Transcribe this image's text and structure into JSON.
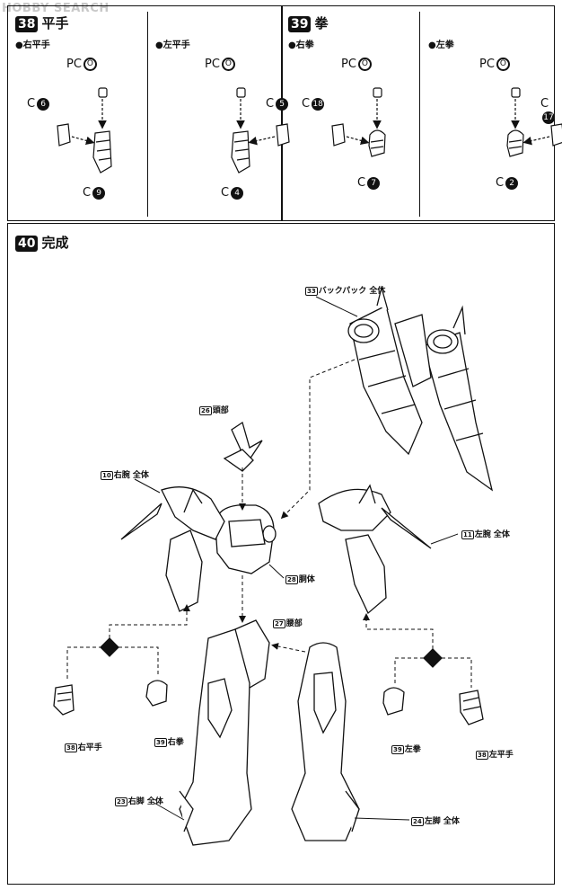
{
  "watermark": "HOBBY SEARCH",
  "steps": {
    "s38": {
      "num": "38",
      "title": "平手",
      "left": {
        "sub": "●右平手",
        "pc": "PC",
        "pc_part": "O",
        "c_top": "C",
        "c_top_num": "6",
        "c_bot": "C",
        "c_bot_num": "9"
      },
      "right": {
        "sub": "●左平手",
        "pc": "PC",
        "pc_part": "O",
        "c_top": "C",
        "c_top_num": "5",
        "c_bot": "C",
        "c_bot_num": "4"
      }
    },
    "s39": {
      "num": "39",
      "title": "拳",
      "left": {
        "sub": "●右拳",
        "pc": "PC",
        "pc_part": "O",
        "c_top": "C",
        "c_top_num": "18",
        "c_bot": "C",
        "c_bot_num": "7"
      },
      "right": {
        "sub": "●左拳",
        "pc": "PC",
        "pc_part": "O",
        "c_top": "C",
        "c_top_num": "17",
        "c_bot": "C",
        "c_bot_num": "2"
      }
    },
    "s40": {
      "num": "40",
      "title": "完成",
      "labels": {
        "backpack": {
          "num": "33",
          "text": "バックパック 全体"
        },
        "head": {
          "num": "26",
          "text": "頭部"
        },
        "right_arm": {
          "num": "10",
          "text": "右腕 全体"
        },
        "left_arm": {
          "num": "11",
          "text": "左腕 全体"
        },
        "torso": {
          "num": "28",
          "text": "胴体"
        },
        "waist": {
          "num": "27",
          "text": "腰部"
        },
        "right_flat": {
          "num": "38",
          "text": "右平手"
        },
        "right_fist": {
          "num": "39",
          "text": "右拳"
        },
        "left_fist": {
          "num": "39",
          "text": "左拳"
        },
        "left_flat": {
          "num": "38",
          "text": "左平手"
        },
        "right_leg": {
          "num": "23",
          "text": "右脚 全体"
        },
        "left_leg": {
          "num": "24",
          "text": "左脚 全体"
        }
      }
    }
  }
}
